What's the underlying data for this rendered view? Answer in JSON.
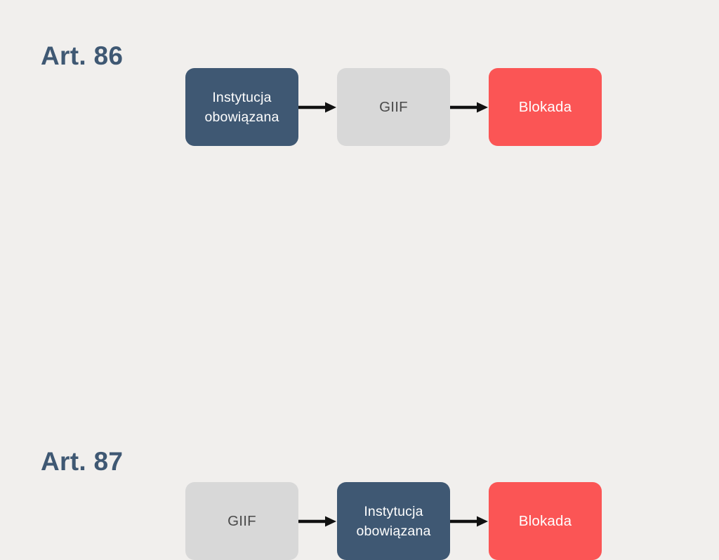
{
  "slide": {
    "background_color": "#F1EFED",
    "title_color": "#3F5873",
    "arrow_color": "#111111"
  },
  "sections": [
    {
      "id": "art-86",
      "title": "Art. 86",
      "nodes": [
        {
          "id": "instytucja",
          "label": "Instytucja\nobowiązana",
          "type": "institution",
          "fill": "#3F5873",
          "text_color": "#FFFFFF"
        },
        {
          "id": "giif",
          "label": "GIIF",
          "type": "authority",
          "fill": "#D8D8D8",
          "text_color": "#4A4A4A"
        },
        {
          "id": "blokada",
          "label": "Blokada",
          "type": "block",
          "fill": "#FB5555",
          "text_color": "#FFFFFF"
        }
      ],
      "connectors": [
        {
          "id": "arrow-1",
          "from": "instytucja",
          "to": "giif",
          "direction": "right",
          "icon": "arrow-right-icon"
        },
        {
          "id": "arrow-2",
          "from": "giif",
          "to": "blokada",
          "direction": "right",
          "icon": "arrow-right-icon"
        }
      ]
    },
    {
      "id": "art-87",
      "title": "Art. 87",
      "nodes": [
        {
          "id": "giif",
          "label": "GIIF",
          "type": "authority",
          "fill": "#D8D8D8",
          "text_color": "#4A4A4A"
        },
        {
          "id": "instytucja",
          "label": "Instytucja\nobowiązana",
          "type": "institution",
          "fill": "#3F5873",
          "text_color": "#FFFFFF"
        },
        {
          "id": "blokada",
          "label": "Blokada",
          "type": "block",
          "fill": "#FB5555",
          "text_color": "#FFFFFF"
        }
      ],
      "connectors": [
        {
          "id": "arrow-1",
          "from": "giif",
          "to": "instytucja",
          "direction": "right",
          "icon": "arrow-right-icon"
        },
        {
          "id": "arrow-2",
          "from": "instytucja",
          "to": "blokada",
          "direction": "right",
          "icon": "arrow-right-icon"
        }
      ]
    }
  ]
}
